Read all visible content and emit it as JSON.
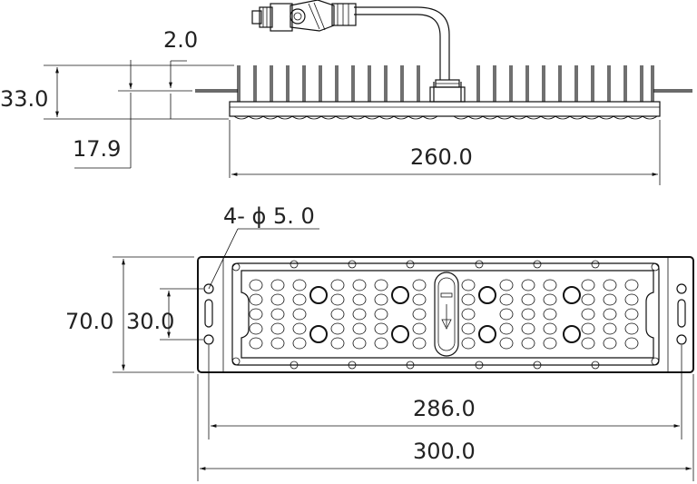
{
  "dimensions": {
    "d_2_0": "2.0",
    "d_33_0": "33.0",
    "d_17_9": "17.9",
    "d_260_0": "260.0",
    "d_hole": "4- ϕ 5. 0",
    "d_70_0": "70.0",
    "d_30_0": "30.0",
    "d_286_0": "286.0",
    "d_300_0": "300.0"
  },
  "colors": {
    "line": "#111111",
    "background": "#ffffff"
  }
}
